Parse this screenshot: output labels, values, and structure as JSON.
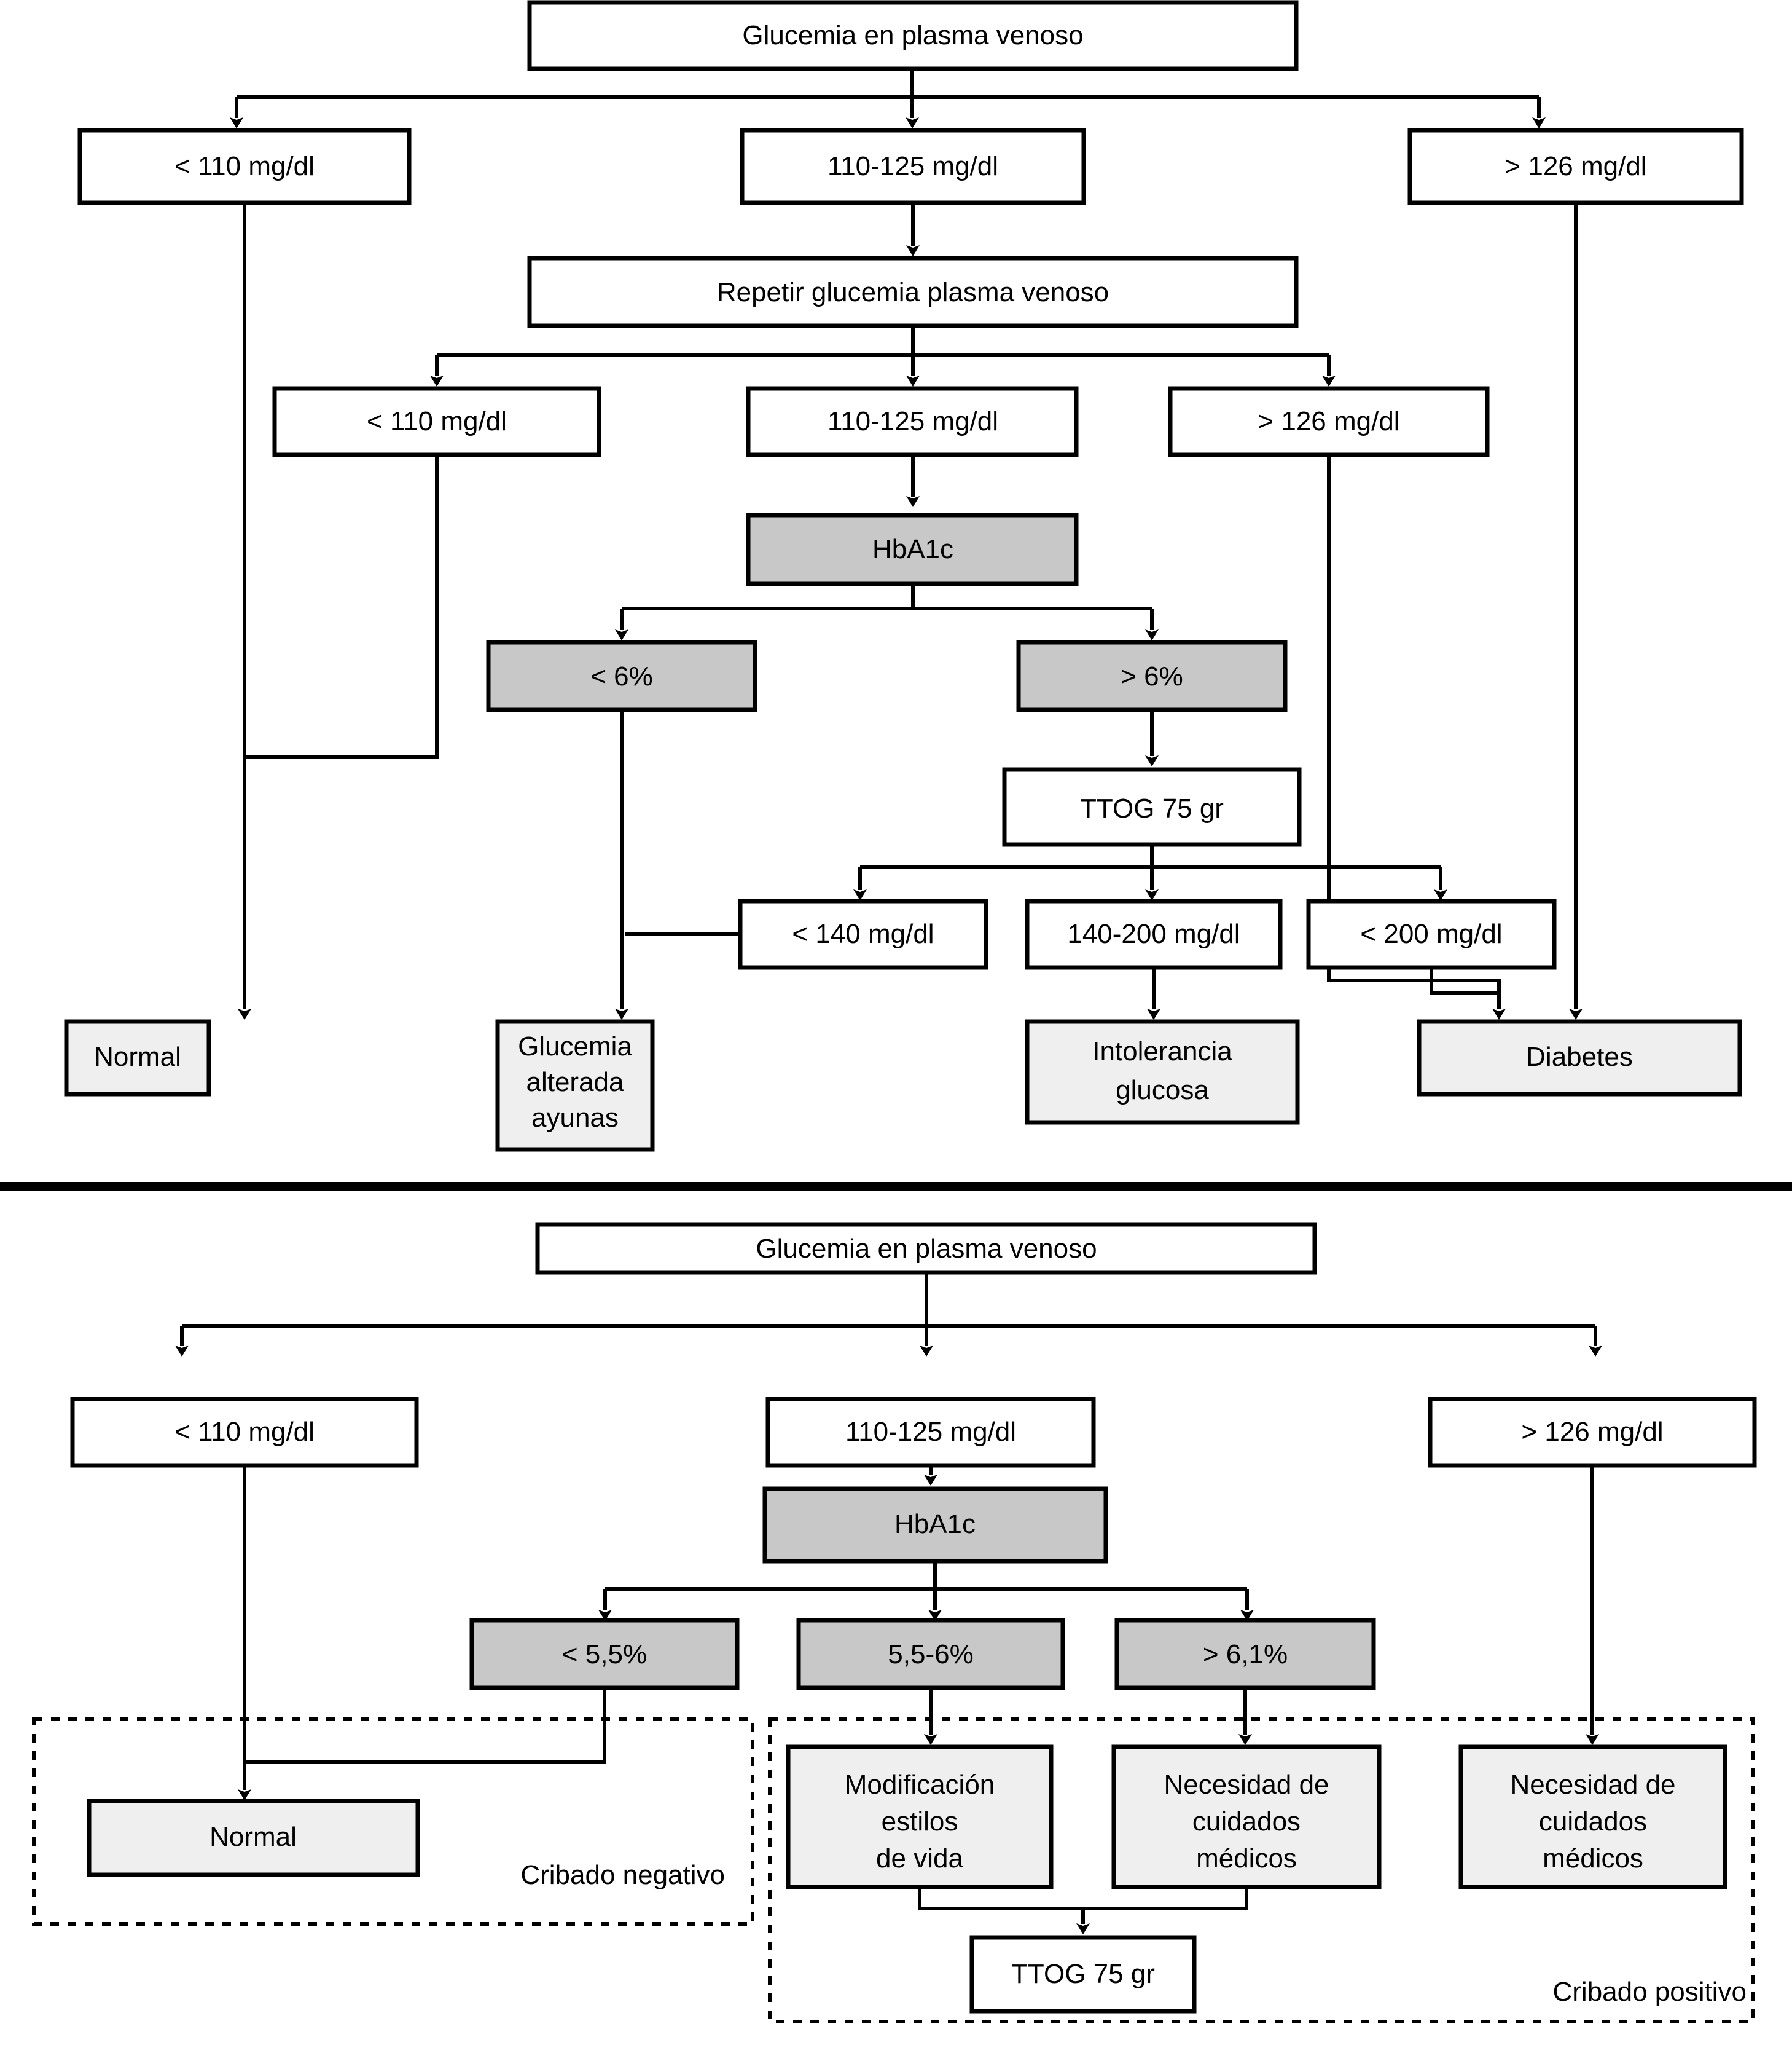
{
  "colors": {
    "box_white": "#ffffff",
    "box_gray": "#c8c8c8",
    "box_light": "#efefef",
    "stroke": "#000000",
    "page_bg": "#ffffff"
  },
  "diagram_top": {
    "nodes": {
      "root": "Glucemia en plasma venoso",
      "lt110": "< 110 mg/dl",
      "r110_125": "110-125 mg/dl",
      "gt126": "> 126 mg/dl",
      "repeat": "Repetir glucemia plasma venoso",
      "lt110_b": "< 110 mg/dl",
      "r110_125_b": "110-125 mg/dl",
      "gt126_b": "> 126 mg/dl",
      "hba1c": "HbA1c",
      "lt6": "< 6%",
      "gt6": "> 6%",
      "ttog": "TTOG 75 gr",
      "lt140": "< 140 mg/dl",
      "r140_200": "140-200 mg/dl",
      "lt200": "< 200 mg/dl",
      "normal": "Normal",
      "gaa_l1": "Glucemia",
      "gaa_l2": "alterada",
      "gaa_l3": "ayunas",
      "intol_l1": "Intolerancia",
      "intol_l2": "glucosa",
      "diabetes": "Diabetes"
    }
  },
  "diagram_bottom": {
    "nodes": {
      "root": "Glucemia en plasma venoso",
      "lt110": "< 110 mg/dl",
      "r110_125": "110-125 mg/dl",
      "gt126": "> 126 mg/dl",
      "hba1c": "HbA1c",
      "lt55": "< 5,5%",
      "r55_6": "5,5-6%",
      "gt61": "> 6,1%",
      "normal": "Normal",
      "mod_l1": "Modificación",
      "mod_l2": "estilos",
      "mod_l3": "de vida",
      "need1_l1": "Necesidad de",
      "need1_l2": "cuidados",
      "need1_l3": "médicos",
      "need2_l1": "Necesidad de",
      "need2_l2": "cuidados",
      "need2_l3": "médicos",
      "ttog": "TTOG 75 gr"
    },
    "groups": {
      "negative": "Cribado negativo",
      "positive": "Cribado positivo"
    }
  }
}
